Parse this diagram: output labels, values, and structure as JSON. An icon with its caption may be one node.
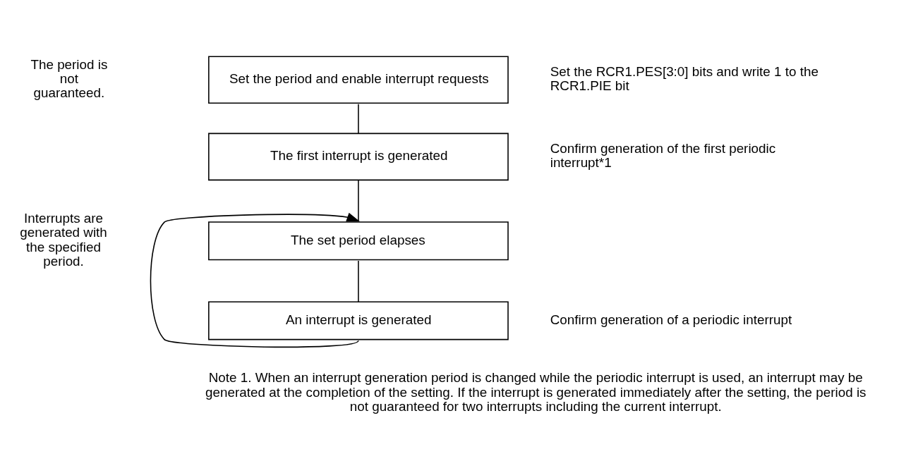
{
  "diagram": {
    "nodes": [
      {
        "text": [
          "Set the period and enable interrupt requests"
        ],
        "beside": [
          "Set the RCR1.PES[3:0] bits and write 1 to the RCR1.PIE bit"
        ]
      },
      {
        "text": [
          "The first interrupt is generated"
        ],
        "beside": [
          "Confirm generation of the first periodic interrupt*1"
        ]
      },
      {
        "text": [
          "The set period elapses"
        ]
      },
      {
        "text": [
          "An interrupt is generated"
        ],
        "beside": [
          "Confirm generation of a periodic interrupt"
        ]
      }
    ],
    "edges": [
      {
        "from": 0,
        "to": 1,
        "arrow": "none"
      },
      {
        "from": 1,
        "to": 2,
        "arrow": "none"
      },
      {
        "from": 2,
        "to": 3,
        "arrow": "none"
      },
      {
        "from": 3,
        "to": 2,
        "arrow": "to"
      }
    ],
    "labels": [
      "The period is not guaranteed.",
      "Interrupts are generated with the specified period.",
      "Note 1. When an interrupt generation period is changed while the periodic interrupt is used, an interrupt may be generated at the completion of the setting. If the interrupt is generated immediately after the setting, the period is not guaranteed for two interrupts including the current interrupt."
    ]
  }
}
